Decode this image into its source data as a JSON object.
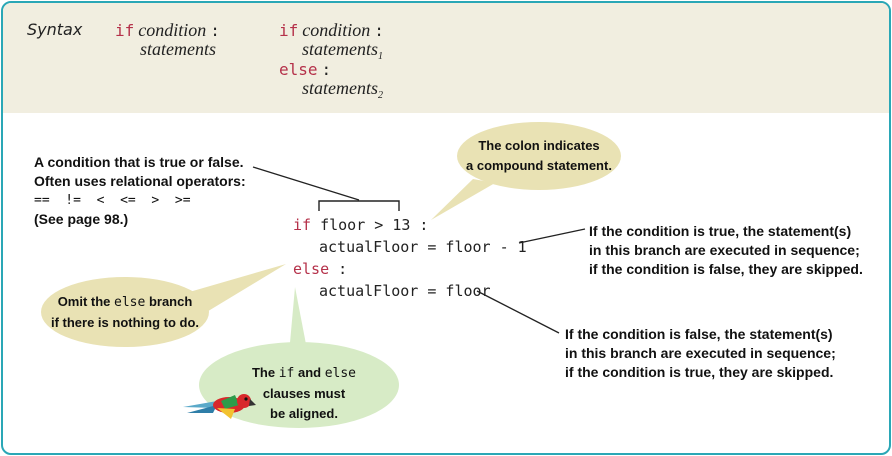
{
  "syntax": {
    "label": "Syntax",
    "form1": {
      "kw_if": "if",
      "condition": "condition",
      "colon": ":",
      "statements": "statements"
    },
    "form2": {
      "kw_if": "if",
      "condition": "condition",
      "colon": ":",
      "statements1": "statements",
      "sub1": "1",
      "kw_else": "else",
      "colon2": ":",
      "statements2": "statements",
      "sub2": "2"
    }
  },
  "code": {
    "line1_kw": "if",
    "line1_rest": " floor > 13 :",
    "line2": "actualFloor = floor - 1",
    "line3_kw": "else",
    "line3_rest": " :",
    "line4": "actualFloor = floor"
  },
  "notes": {
    "condition": {
      "line1": "A condition that is true or false.",
      "line2": "Often uses relational operators:",
      "line3": "==  !=  <  <=  >  >=",
      "line4": "(See page 98.)"
    },
    "true_branch": {
      "line1": "If the condition is true, the statement(s)",
      "line2": "in this branch are executed in sequence;",
      "line3": "if the condition is false, they are skipped."
    },
    "false_branch": {
      "line1": "If the condition is false, the statement(s)",
      "line2": "in this branch are executed in sequence;",
      "line3": "if the condition is true, they are skipped."
    }
  },
  "bubbles": {
    "colon": {
      "line1": "The colon indicates",
      "line2": "a compound statement."
    },
    "omit_else": {
      "pre": "Omit the ",
      "code": "else",
      "post": " branch",
      "line2": "if there is nothing to do."
    },
    "aligned": {
      "pre": "The ",
      "code1": "if",
      "mid": " and ",
      "code2": "else",
      "line2": "clauses must",
      "line3": "be aligned."
    }
  },
  "colors": {
    "border": "#2aa7b6",
    "band": "#f1eee0",
    "keyword": "#b5314a",
    "bubble_tan": "#e9e2b4",
    "bubble_green": "#d7ebc6"
  },
  "icons": {
    "mascot": "parrot-icon"
  }
}
